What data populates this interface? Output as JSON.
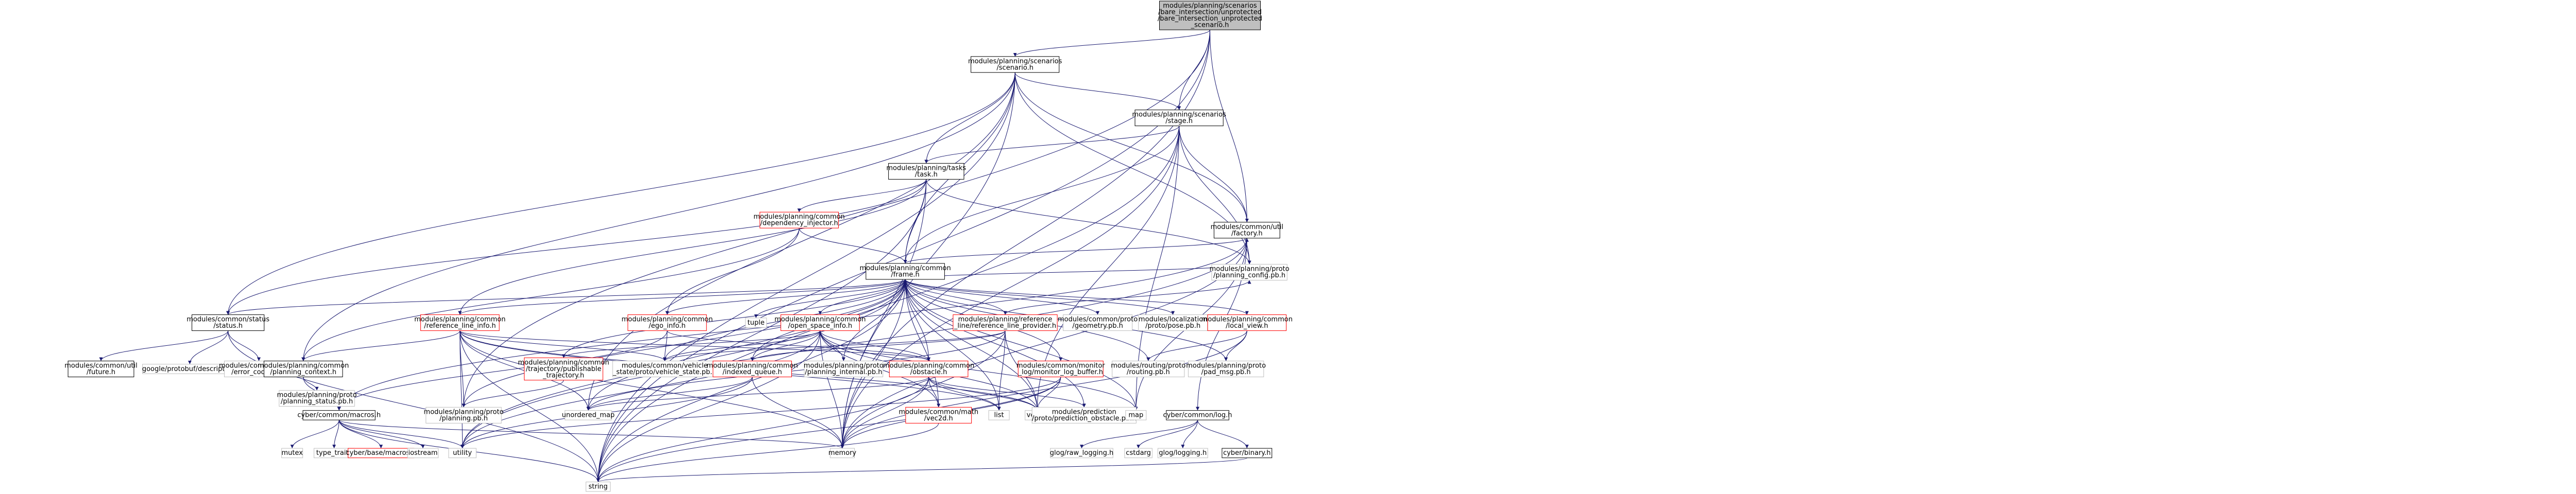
{
  "colors": {
    "edge": "#191970",
    "node_border_black": "#000000",
    "node_border_red": "#ff0000",
    "node_border_gray": "#bfbfbf",
    "root_fill": "#bfbfbf",
    "node_text": "#000000"
  },
  "nodes": [
    {
      "id": "root",
      "lines": [
        "modules/planning/scenarios",
        "/bare_intersection/unprotected",
        "/bare_intersection_unprotected",
        "_scenario.h"
      ],
      "border": "black",
      "fill": "root"
    },
    {
      "id": "scenario",
      "lines": [
        "modules/planning/scenarios",
        "/scenario.h"
      ],
      "border": "black"
    },
    {
      "id": "stage",
      "lines": [
        "modules/planning/scenarios",
        "/stage.h"
      ],
      "border": "black"
    },
    {
      "id": "task",
      "lines": [
        "modules/planning/tasks",
        "/task.h"
      ],
      "border": "black"
    },
    {
      "id": "dep_inj",
      "lines": [
        "modules/planning/common",
        "/dependency_injector.h"
      ],
      "border": "red"
    },
    {
      "id": "frame",
      "lines": [
        "modules/planning/common",
        "/frame.h"
      ],
      "border": "black"
    },
    {
      "id": "status",
      "lines": [
        "modules/common/status",
        "/status.h"
      ],
      "border": "black"
    },
    {
      "id": "ref_line_info",
      "lines": [
        "modules/planning/common",
        "/reference_line_info.h"
      ],
      "border": "red"
    },
    {
      "id": "ego_info",
      "lines": [
        "modules/planning/common",
        "/ego_info.h"
      ],
      "border": "red"
    },
    {
      "id": "tuple",
      "lines": [
        "tuple"
      ],
      "border": "gray"
    },
    {
      "id": "open_space",
      "lines": [
        "modules/planning/common",
        "/open_space_info.h"
      ],
      "border": "red"
    },
    {
      "id": "ref_line_provider",
      "lines": [
        "modules/planning/reference",
        "_line/reference_line_provider.h"
      ],
      "border": "red"
    },
    {
      "id": "geometry_pb",
      "lines": [
        "modules/common/proto",
        "/geometry.pb.h"
      ],
      "border": "gray"
    },
    {
      "id": "pose_pb",
      "lines": [
        "modules/localization",
        "/proto/pose.pb.h"
      ],
      "border": "gray"
    },
    {
      "id": "local_view",
      "lines": [
        "modules/planning/common",
        "/local_view.h"
      ],
      "border": "red"
    },
    {
      "id": "future",
      "lines": [
        "modules/common/util",
        "/future.h"
      ],
      "border": "black"
    },
    {
      "id": "descriptor",
      "lines": [
        "google/protobuf/descriptor.h"
      ],
      "border": "gray"
    },
    {
      "id": "error_code_pb",
      "lines": [
        "modules/common/proto",
        "/error_code.pb.h"
      ],
      "border": "gray"
    },
    {
      "id": "planning_context",
      "lines": [
        "modules/planning/common",
        "/planning_context.h"
      ],
      "border": "black"
    },
    {
      "id": "publishable_traj",
      "lines": [
        "modules/planning/common",
        "/trajectory/publishable",
        "_trajectory.h"
      ],
      "border": "red"
    },
    {
      "id": "vehicle_state_pb",
      "lines": [
        "modules/common/vehicle",
        "_state/proto/vehicle_state.pb.h"
      ],
      "border": "gray"
    },
    {
      "id": "indexed_queue",
      "lines": [
        "modules/planning/common",
        "/indexed_queue.h"
      ],
      "border": "red"
    },
    {
      "id": "planning_internal_pb",
      "lines": [
        "modules/planning/proto",
        "/planning_internal.pb.h"
      ],
      "border": "gray"
    },
    {
      "id": "obstacle",
      "lines": [
        "modules/planning/common",
        "/obstacle.h"
      ],
      "border": "red"
    },
    {
      "id": "monitor_log",
      "lines": [
        "modules/common/monitor",
        "_log/monitor_log_buffer.h"
      ],
      "border": "red"
    },
    {
      "id": "routing_pb",
      "lines": [
        "modules/routing/proto",
        "/routing.pb.h"
      ],
      "border": "gray"
    },
    {
      "id": "pad_msg_pb",
      "lines": [
        "modules/planning/proto",
        "/pad_msg.pb.h"
      ],
      "border": "gray"
    },
    {
      "id": "planning_config_pb",
      "lines": [
        "modules/planning/proto",
        "/planning_config.pb.h"
      ],
      "border": "gray"
    },
    {
      "id": "factory",
      "lines": [
        "modules/common/util",
        "/factory.h"
      ],
      "border": "black"
    },
    {
      "id": "planning_status_pb",
      "lines": [
        "modules/planning/proto",
        "/planning_status.pb.h"
      ],
      "border": "gray"
    },
    {
      "id": "macros",
      "lines": [
        "cyber/common/macros.h"
      ],
      "border": "black"
    },
    {
      "id": "planning_pb",
      "lines": [
        "modules/planning/proto",
        "/planning.pb.h"
      ],
      "border": "gray"
    },
    {
      "id": "unordered_map",
      "lines": [
        "unordered_map"
      ],
      "border": "gray"
    },
    {
      "id": "vec2d",
      "lines": [
        "modules/common/math",
        "/vec2d.h"
      ],
      "border": "red"
    },
    {
      "id": "list",
      "lines": [
        "list"
      ],
      "border": "gray"
    },
    {
      "id": "vector",
      "lines": [
        "vector"
      ],
      "border": "gray"
    },
    {
      "id": "prediction_obstacle_pb",
      "lines": [
        "modules/prediction",
        "/proto/prediction_obstacle.pb.h"
      ],
      "border": "gray"
    },
    {
      "id": "map",
      "lines": [
        "map"
      ],
      "border": "gray"
    },
    {
      "id": "log",
      "lines": [
        "cyber/common/log.h"
      ],
      "border": "black"
    },
    {
      "id": "mutex",
      "lines": [
        "mutex"
      ],
      "border": "gray"
    },
    {
      "id": "type_traits",
      "lines": [
        "type_traits"
      ],
      "border": "gray"
    },
    {
      "id": "base_macros",
      "lines": [
        "cyber/base/macros.h"
      ],
      "border": "red"
    },
    {
      "id": "iostream",
      "lines": [
        "iostream"
      ],
      "border": "gray"
    },
    {
      "id": "utility",
      "lines": [
        "utility"
      ],
      "border": "gray"
    },
    {
      "id": "memory",
      "lines": [
        "memory"
      ],
      "border": "gray"
    },
    {
      "id": "binary",
      "lines": [
        "cyber/binary.h"
      ],
      "border": "black"
    },
    {
      "id": "glog_raw",
      "lines": [
        "glog/raw_logging.h"
      ],
      "border": "gray"
    },
    {
      "id": "cstdarg",
      "lines": [
        "cstdarg"
      ],
      "border": "gray"
    },
    {
      "id": "glog_logging",
      "lines": [
        "glog/logging.h"
      ],
      "border": "gray"
    },
    {
      "id": "string",
      "lines": [
        "string"
      ],
      "border": "gray"
    }
  ],
  "edges": [
    [
      "root",
      "scenario"
    ],
    [
      "root",
      "stage"
    ],
    [
      "root",
      "factory"
    ],
    [
      "root",
      "memory"
    ],
    [
      "root",
      "string"
    ],
    [
      "root",
      "planning_pb"
    ],
    [
      "scenario",
      "stage"
    ],
    [
      "scenario",
      "task"
    ],
    [
      "scenario",
      "frame"
    ],
    [
      "scenario",
      "status"
    ],
    [
      "scenario",
      "planning_context"
    ],
    [
      "scenario",
      "planning_config_pb"
    ],
    [
      "scenario",
      "factory"
    ],
    [
      "scenario",
      "memory"
    ],
    [
      "scenario",
      "string"
    ],
    [
      "scenario",
      "unordered_map"
    ],
    [
      "stage",
      "task"
    ],
    [
      "stage",
      "frame"
    ],
    [
      "stage",
      "planning_config_pb"
    ],
    [
      "stage",
      "factory"
    ],
    [
      "stage",
      "vector"
    ],
    [
      "stage",
      "map"
    ],
    [
      "stage",
      "memory"
    ],
    [
      "stage",
      "string"
    ],
    [
      "task",
      "dep_inj"
    ],
    [
      "task",
      "frame"
    ],
    [
      "task",
      "status"
    ],
    [
      "task",
      "ref_line_info"
    ],
    [
      "task",
      "planning_config_pb"
    ],
    [
      "task",
      "memory"
    ],
    [
      "task",
      "string"
    ],
    [
      "dep_inj",
      "frame"
    ],
    [
      "dep_inj",
      "ego_info"
    ],
    [
      "dep_inj",
      "planning_context"
    ],
    [
      "frame",
      "status"
    ],
    [
      "frame",
      "ref_line_info"
    ],
    [
      "frame",
      "ego_info"
    ],
    [
      "frame",
      "tuple"
    ],
    [
      "frame",
      "open_space"
    ],
    [
      "frame",
      "ref_line_provider"
    ],
    [
      "frame",
      "geometry_pb"
    ],
    [
      "frame",
      "pose_pb"
    ],
    [
      "frame",
      "local_view"
    ],
    [
      "frame",
      "publishable_traj"
    ],
    [
      "frame",
      "vehicle_state_pb"
    ],
    [
      "frame",
      "indexed_queue"
    ],
    [
      "frame",
      "planning_internal_pb"
    ],
    [
      "frame",
      "obstacle"
    ],
    [
      "frame",
      "monitor_log"
    ],
    [
      "frame",
      "routing_pb"
    ],
    [
      "frame",
      "pad_msg_pb"
    ],
    [
      "frame",
      "planning_config_pb"
    ],
    [
      "frame",
      "factory"
    ],
    [
      "frame",
      "planning_pb"
    ],
    [
      "frame",
      "unordered_map"
    ],
    [
      "frame",
      "vec2d"
    ],
    [
      "frame",
      "list"
    ],
    [
      "frame",
      "vector"
    ],
    [
      "frame",
      "prediction_obstacle_pb"
    ],
    [
      "frame",
      "map"
    ],
    [
      "frame",
      "utility"
    ],
    [
      "frame",
      "memory"
    ],
    [
      "frame",
      "string"
    ],
    [
      "status",
      "future"
    ],
    [
      "status",
      "descriptor"
    ],
    [
      "status",
      "error_code_pb"
    ],
    [
      "status",
      "string"
    ],
    [
      "ref_line_info",
      "planning_context"
    ],
    [
      "ref_line_info",
      "vehicle_state_pb"
    ],
    [
      "ref_line_info",
      "obstacle"
    ],
    [
      "ref_line_info",
      "planning_pb"
    ],
    [
      "ref_line_info",
      "unordered_map"
    ],
    [
      "ref_line_info",
      "list"
    ],
    [
      "ref_line_info",
      "vector"
    ],
    [
      "ref_line_info",
      "utility"
    ],
    [
      "ref_line_info",
      "memory"
    ],
    [
      "ref_line_info",
      "string"
    ],
    [
      "ego_info",
      "macros"
    ],
    [
      "ego_info",
      "vehicle_state_pb"
    ],
    [
      "ego_info",
      "obstacle"
    ],
    [
      "open_space",
      "publishable_traj"
    ],
    [
      "open_space",
      "vehicle_state_pb"
    ],
    [
      "open_space",
      "indexed_queue"
    ],
    [
      "open_space",
      "planning_internal_pb"
    ],
    [
      "open_space",
      "obstacle"
    ],
    [
      "open_space",
      "vec2d"
    ],
    [
      "open_space",
      "utility"
    ],
    [
      "open_space",
      "memory"
    ],
    [
      "open_space",
      "string"
    ],
    [
      "open_space",
      "vector"
    ],
    [
      "open_space",
      "map"
    ],
    [
      "ref_line_provider",
      "vehicle_state_pb"
    ],
    [
      "ref_line_provider",
      "indexed_queue"
    ],
    [
      "ref_line_provider",
      "planning_config_pb"
    ],
    [
      "ref_line_provider",
      "list"
    ],
    [
      "ref_line_provider",
      "vector"
    ],
    [
      "ref_line_provider",
      "memory"
    ],
    [
      "ref_line_provider",
      "unordered_map"
    ],
    [
      "local_view",
      "routing_pb"
    ],
    [
      "local_view",
      "pad_msg_pb"
    ],
    [
      "local_view",
      "memory"
    ],
    [
      "planning_context",
      "macros"
    ],
    [
      "planning_context",
      "planning_status_pb"
    ],
    [
      "publishable_traj",
      "planning_pb"
    ],
    [
      "indexed_queue",
      "unordered_map"
    ],
    [
      "indexed_queue",
      "utility"
    ],
    [
      "indexed_queue",
      "memory"
    ],
    [
      "obstacle",
      "vec2d"
    ],
    [
      "obstacle",
      "list"
    ],
    [
      "obstacle",
      "vector"
    ],
    [
      "obstacle",
      "prediction_obstacle_pb"
    ],
    [
      "obstacle",
      "unordered_map"
    ],
    [
      "obstacle",
      "memory"
    ],
    [
      "obstacle",
      "string"
    ],
    [
      "monitor_log",
      "vector"
    ],
    [
      "monitor_log",
      "memory"
    ],
    [
      "monitor_log",
      "string"
    ],
    [
      "monitor_log",
      "utility"
    ],
    [
      "factory",
      "log"
    ],
    [
      "factory",
      "macros"
    ],
    [
      "factory",
      "map"
    ],
    [
      "factory",
      "memory"
    ],
    [
      "factory",
      "utility"
    ],
    [
      "macros",
      "mutex"
    ],
    [
      "macros",
      "type_traits"
    ],
    [
      "macros",
      "base_macros"
    ],
    [
      "macros",
      "iostream"
    ],
    [
      "macros",
      "memory"
    ],
    [
      "macros",
      "utility"
    ],
    [
      "macros",
      "string"
    ],
    [
      "vec2d",
      "string"
    ],
    [
      "log",
      "binary"
    ],
    [
      "log",
      "glog_raw"
    ],
    [
      "log",
      "cstdarg"
    ],
    [
      "log",
      "glog_logging"
    ],
    [
      "binary",
      "string"
    ]
  ]
}
